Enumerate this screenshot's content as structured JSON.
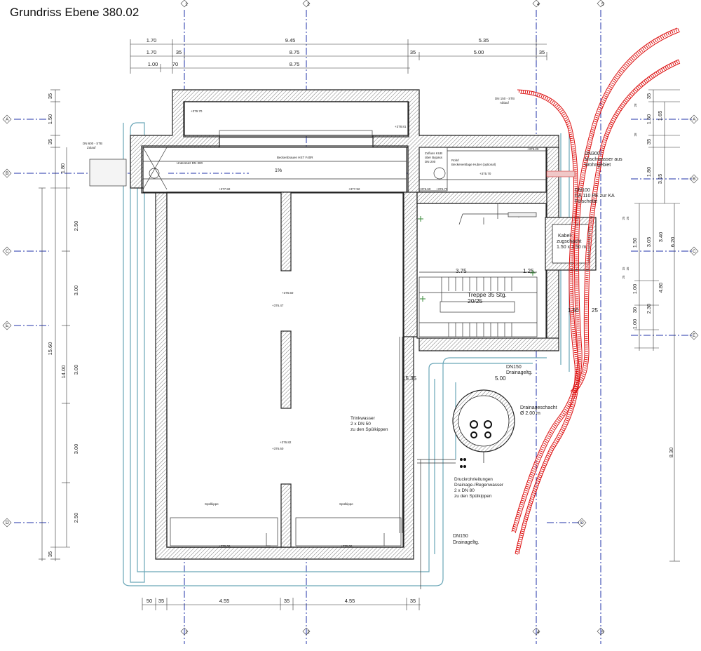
{
  "title": "Grundriss Ebene 380.02",
  "grid": {
    "columns": [
      "1",
      "2",
      "4",
      "5"
    ],
    "rows": [
      "A",
      "B",
      "C",
      "E",
      "D"
    ]
  },
  "dims_top": {
    "row1": [
      "1.70",
      "9.45",
      "5.35"
    ],
    "row2": [
      "1.70",
      "35",
      "8.75",
      "35",
      "5.00",
      "35"
    ],
    "row3": [
      "1.00",
      "70",
      "8.75"
    ]
  },
  "dims_bottom": [
    "50",
    "35",
    "4.55",
    "35",
    "4.55",
    "35"
  ],
  "dims_left": {
    "a": [
      "35",
      "1.50",
      "35",
      "1.80"
    ],
    "b": [
      "2.50",
      "3.00",
      "3.00",
      "3.00",
      "2.50"
    ],
    "c": [
      "15.60",
      "14.00"
    ],
    "d": [
      "35"
    ]
  },
  "dims_right": {
    "a": [
      "35",
      "1.50",
      "35",
      "1.80",
      "3.05",
      "1.50",
      "3.40",
      "4.80",
      "1.00",
      "2.30",
      "1.00",
      "8.30"
    ],
    "b": [
      "1.65",
      "3.15",
      "6.20"
    ],
    "c": [
      "25",
      "25",
      "15",
      "25",
      "25",
      "30",
      "28",
      "28"
    ]
  },
  "dims_inner": [
    "3.75",
    "1.25",
    "1.50",
    "25",
    "5.00",
    "15.35"
  ],
  "labels": {
    "stair": "Treppe 35 Stg.",
    "stair2": "20/25",
    "kabel1": "Kabel-",
    "kabel2": "zugschacht",
    "kabel3": "1.50 x 1.50 m",
    "dn300_1": "DN300",
    "dn300_2": "Mischwasser aus",
    "dn300_3": "Wohngebiet",
    "dn100_1": "DN100",
    "dn100_2": "DA 110 PE zur KA",
    "dn100_3": "Folschette",
    "drain_a1": "DN150",
    "drain_a2": "Drainageltg.",
    "drain_b1": "DN150",
    "drain_b2": "Drainageltg.",
    "schacht1": "Drainageschacht",
    "schacht2": "Ø 2.00 m",
    "trink1": "Trinkwasser",
    "trink2": "2 x DN 50",
    "trink3": "zu den Spülkippen",
    "druck1": "Druckrohrleitungen",
    "druck2": "Drainage-/Regenwasser",
    "druck3": "2 x DN 80",
    "druck4": "zu den Spülkippen",
    "dn600_1": "DN 600 - STB",
    "dn600_2": "Zulauf",
    "dn150stb_1": "DN 150 - STB",
    "dn150stb_2": "Ablauf",
    "unterstutz": "Unterstutz DN 300",
    "becken": "Beckenbrauen HST F40R",
    "zufluss1": "Zufluss KUB",
    "zufluss2": "über Bypass",
    "zufluss3": "DN 200",
    "ruhr1": "Rohrl",
    "ruhr2": "Beckenentlage Huber (optional)",
    "slope": "1%",
    "spul1": "Spülkippe",
    "spul2": "Spülkippe"
  },
  "levels": [
    "+379.70",
    "+378.81",
    "+379.20",
    "+377.82",
    "+377.92",
    "+375.70",
    "+376.60",
    "+376.70",
    "+376.50",
    "+376.47",
    "+376.82",
    "+376.60",
    "+376.66",
    "+376.66"
  ]
}
